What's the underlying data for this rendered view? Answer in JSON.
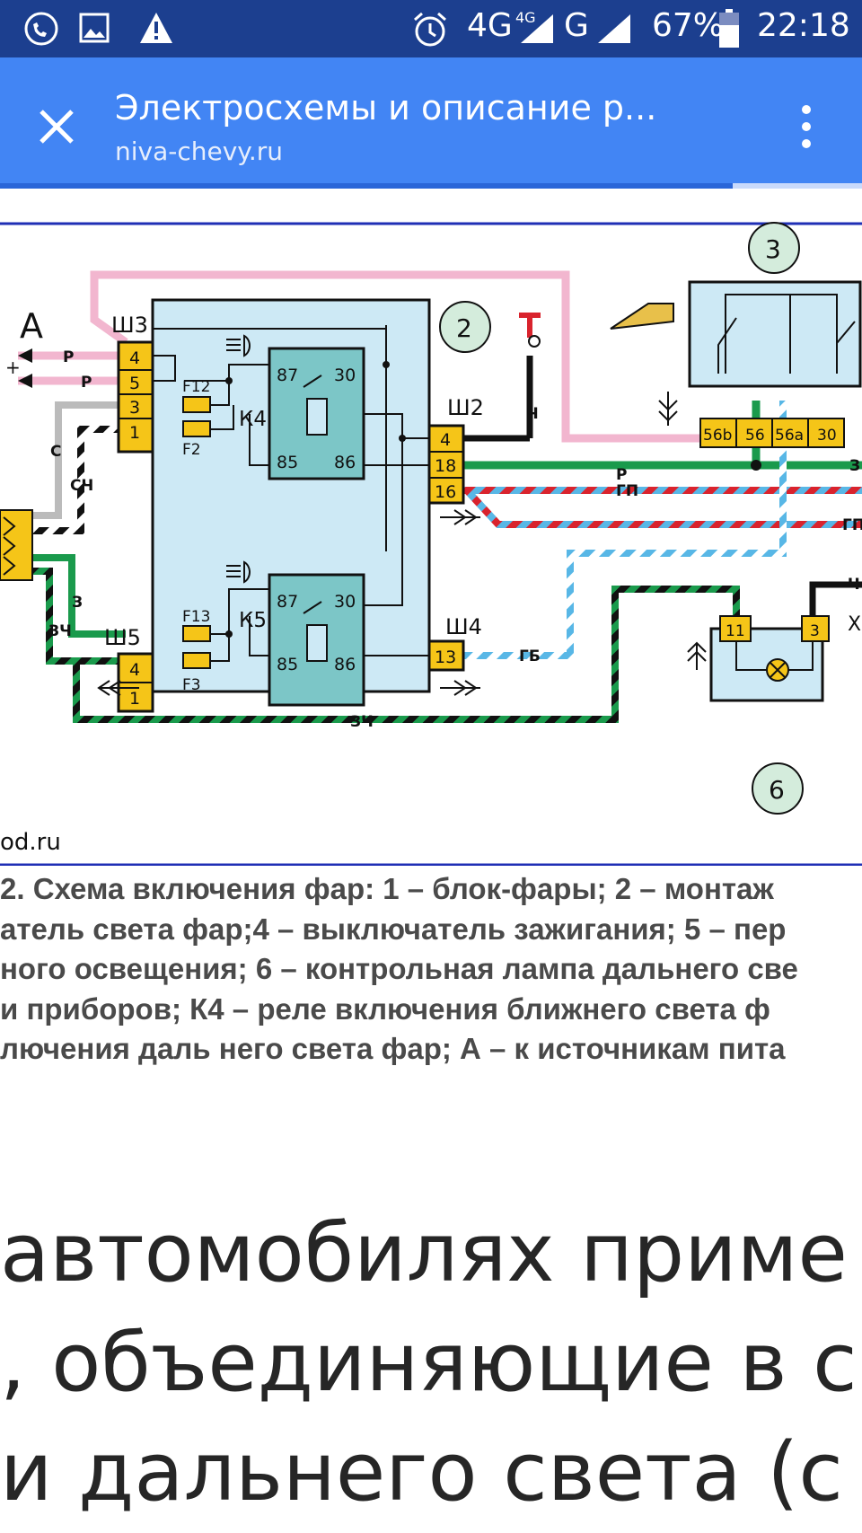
{
  "status_bar": {
    "network": "4G",
    "network_small": "4G",
    "network2": "G",
    "battery": "67%",
    "time": "22:18",
    "icons": [
      "phone-call-icon",
      "image-icon",
      "warning-icon",
      "alarm-icon",
      "signal-icon",
      "battery-icon"
    ]
  },
  "app_bar": {
    "title": "Электросхемы и описание р...",
    "url": "niva-chevy.ru",
    "close_icon": "close-icon",
    "menu_icon": "more-vert-icon"
  },
  "loading_progress": 0.85,
  "diagram": {
    "label_a": "А",
    "plus": "+",
    "connectors": [
      "Ш3",
      "Ш2",
      "Ш5",
      "Ш4"
    ],
    "sh3_pins": [
      "4",
      "5",
      "3",
      "1"
    ],
    "sh5_pins": [
      "4",
      "1"
    ],
    "sh2_pins": [
      "4",
      "18",
      "16"
    ],
    "sh4_pins": [
      "13"
    ],
    "fuses": [
      "F12",
      "F2",
      "F13",
      "F3"
    ],
    "relays": [
      "К4",
      "К5"
    ],
    "relay_pins": [
      "87",
      "30",
      "85",
      "86"
    ],
    "switch_pins": [
      "56b",
      "56",
      "56a",
      "30"
    ],
    "lamp_pins": [
      "11",
      "3"
    ],
    "markers": [
      "2",
      "3",
      "6"
    ],
    "wire_labels": [
      "Р",
      "Р",
      "С",
      "СЧ",
      "З",
      "ЗЧ",
      "Ч",
      "Р",
      "ГП",
      "ГБ",
      "ЗЧ",
      "ГП",
      "Ч",
      "З",
      "Х"
    ],
    "watermark": "od.ru"
  },
  "caption": {
    "lines": [
      "2. Схема включения фар: 1 – блок-фары; 2 – монтаж",
      "атель света фар;4 – выключатель зажигания; 5 – пер",
      "ного освещения; 6 – контрольная лампа дальнего све",
      "и приборов; К4 – реле включения ближнего света ф",
      "лючения даль него света фар; А – к источникам пита"
    ]
  },
  "body": {
    "lines": [
      "автомобилях приме",
      ", объединяющие в с",
      "и дальнего света (с"
    ]
  },
  "colors": {
    "status_bar": "#1c3f8f",
    "app_bar": "#4285f4",
    "block_fill": "#cde9f5",
    "relay_fill": "#7cc6c7",
    "pin_yellow": "#f5c518",
    "marker_fill": "#d4ecdc",
    "wire_pink": "#f2b6cf",
    "wire_green": "#1a9a4c",
    "wire_blue": "#58b7e6",
    "wire_red": "#d9232d",
    "frame_blue": "#1f2fb5"
  }
}
